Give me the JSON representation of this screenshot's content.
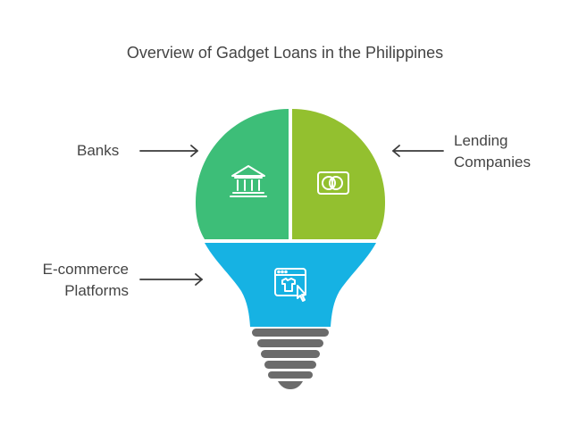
{
  "title": "Overview of Gadget Loans in the Philippines",
  "segments": [
    {
      "id": "banks",
      "label_lines": [
        "Banks"
      ],
      "color": "#3dbe78",
      "icon": "bank-building-icon"
    },
    {
      "id": "lending",
      "label_lines": [
        "Lending",
        "Companies"
      ],
      "color": "#93c02f",
      "icon": "credit-card-icon"
    },
    {
      "id": "ecommerce",
      "label_lines": [
        "E-commerce",
        "Platforms"
      ],
      "color": "#16b2e3",
      "icon": "online-shopping-window-icon"
    }
  ],
  "colors": {
    "base": "#6b6b6b",
    "arrow": "#3a3a3a",
    "icon_stroke": "#ffffff",
    "text": "#444444"
  }
}
